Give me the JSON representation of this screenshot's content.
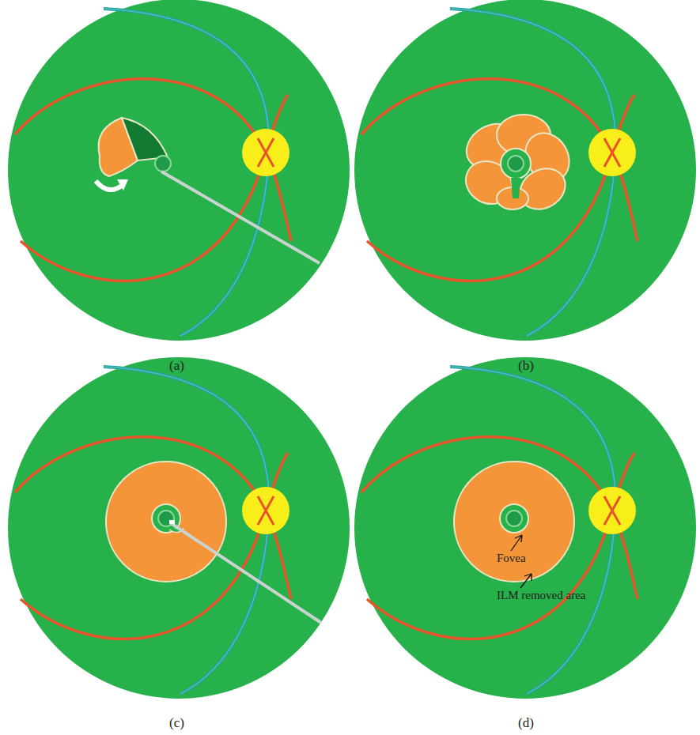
{
  "diagram": {
    "labels": [
      "(a)",
      "(b)",
      "(c)",
      "(d)",
      "Fovea",
      "ILM removed area"
    ]
  }
}
